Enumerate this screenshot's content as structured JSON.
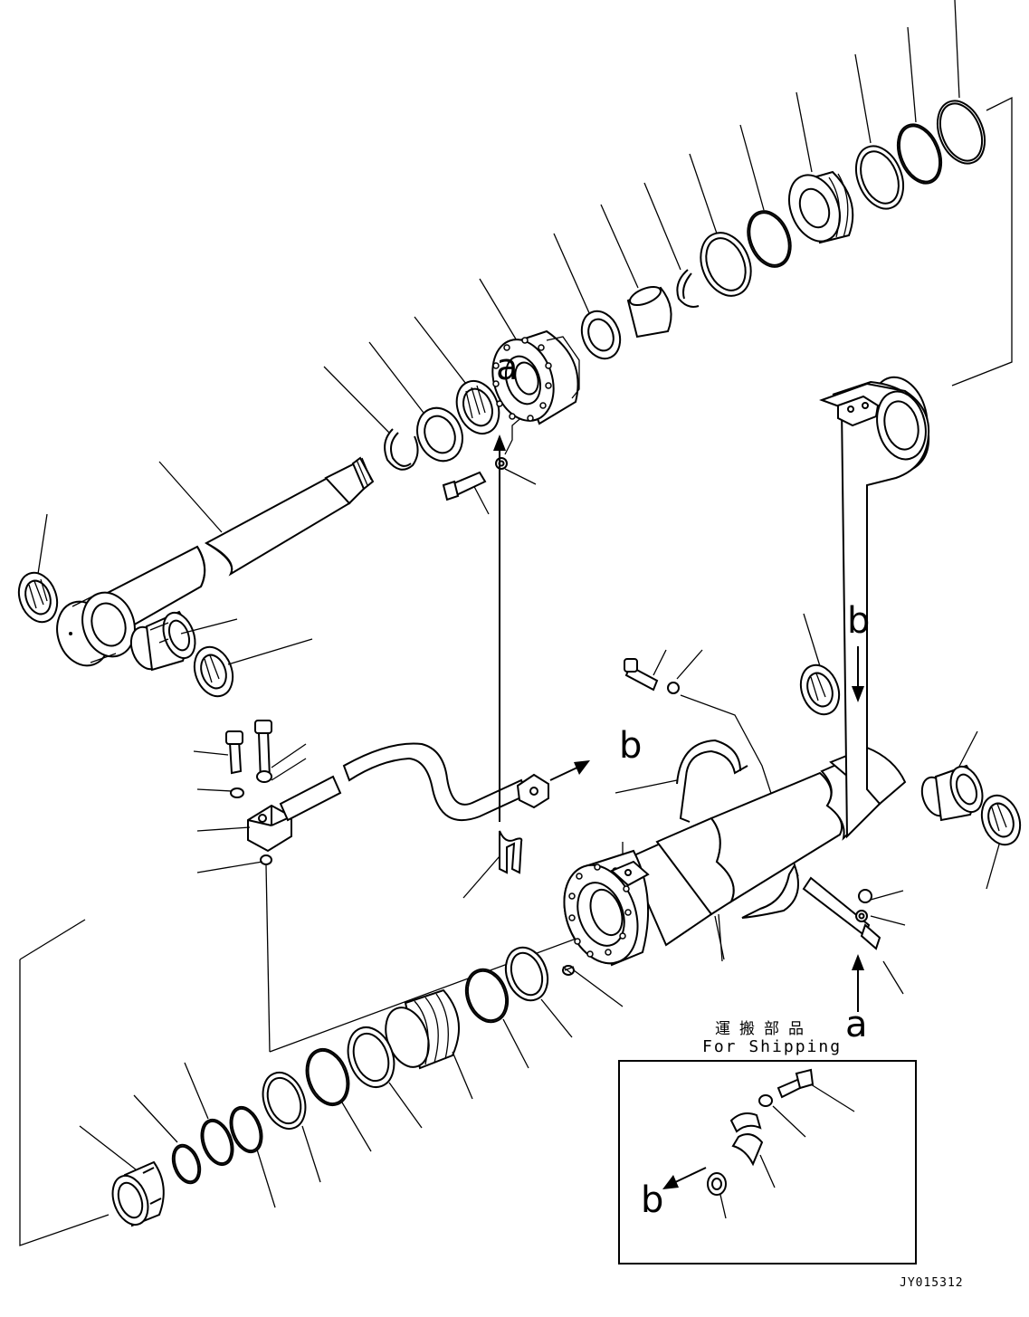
{
  "callouts": {
    "a_top": "a",
    "b_top": "b",
    "b_right": "b",
    "a_bottom": "a",
    "b_inset": "b"
  },
  "shipping": {
    "japanese": "運搬部品",
    "english": "For Shipping"
  },
  "drawing_code": "JY015312"
}
